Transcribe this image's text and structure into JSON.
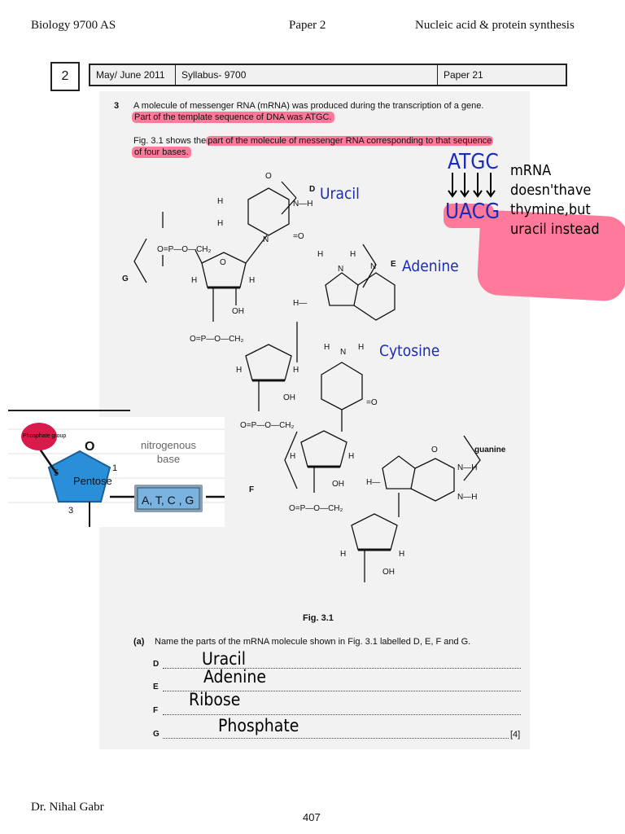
{
  "header": {
    "subject": "Biology 9700 AS",
    "paper": "Paper 2",
    "topic": "Nucleic acid & protein synthesis"
  },
  "question_box": {
    "number": "2",
    "session": "May/ June 2011",
    "syllabus": "Syllabus- 9700",
    "paper": "Paper 21"
  },
  "question": {
    "num": "3",
    "line1": "A molecule of messenger RNA (mRNA) was produced during the transcription of a gene.",
    "line2": "Part of the template sequence of DNA was ATGC.",
    "line3_pre": "Fig. 3.1 shows the",
    "line3_hl": "part of the molecule of messenger RNA corresponding to that sequence",
    "line4": "of four bases."
  },
  "figure": {
    "caption": "Fig. 3.1",
    "labels": {
      "d": "D",
      "e": "E",
      "f": "F",
      "g": "G",
      "guanine": "guanine"
    }
  },
  "annotations": {
    "uracil": "Uracil",
    "adenine": "Adenine",
    "cytosine": "Cytosine",
    "dna": "ATGC",
    "rna": "UACG",
    "note_l1": "mRNA",
    "note_l2": "doesn'thave",
    "note_l3": "thymine,but",
    "note_l4": "uracil instead"
  },
  "nucleotide_diagram": {
    "phosphate": "Phosphate group",
    "sugar": "Pentose",
    "ring_o": "O",
    "base_heading_1": "nitrogenous",
    "base_heading_2": "base",
    "base_letters": "A, T, C , G"
  },
  "part_a": {
    "label": "(a)",
    "text": "Name the parts of the mRNA molecule shown in Fig. 3.1 labelled D, E, F and G.",
    "marks": "[4]",
    "answers": [
      {
        "letter": "D",
        "answer": "Uracil"
      },
      {
        "letter": "E",
        "answer": "Adenine"
      },
      {
        "letter": "F",
        "answer": "Ribose"
      },
      {
        "letter": "G",
        "answer": "Phosphate"
      }
    ]
  },
  "footer": {
    "author": "Dr. Nihal Gabr",
    "page": "407"
  },
  "colors": {
    "highlight": "#ff7a9a",
    "ink": "#1a2bb5",
    "phosphate": "#d81b4a",
    "pentose": "#2a8fd8",
    "base_box": "#7ab3e0"
  }
}
